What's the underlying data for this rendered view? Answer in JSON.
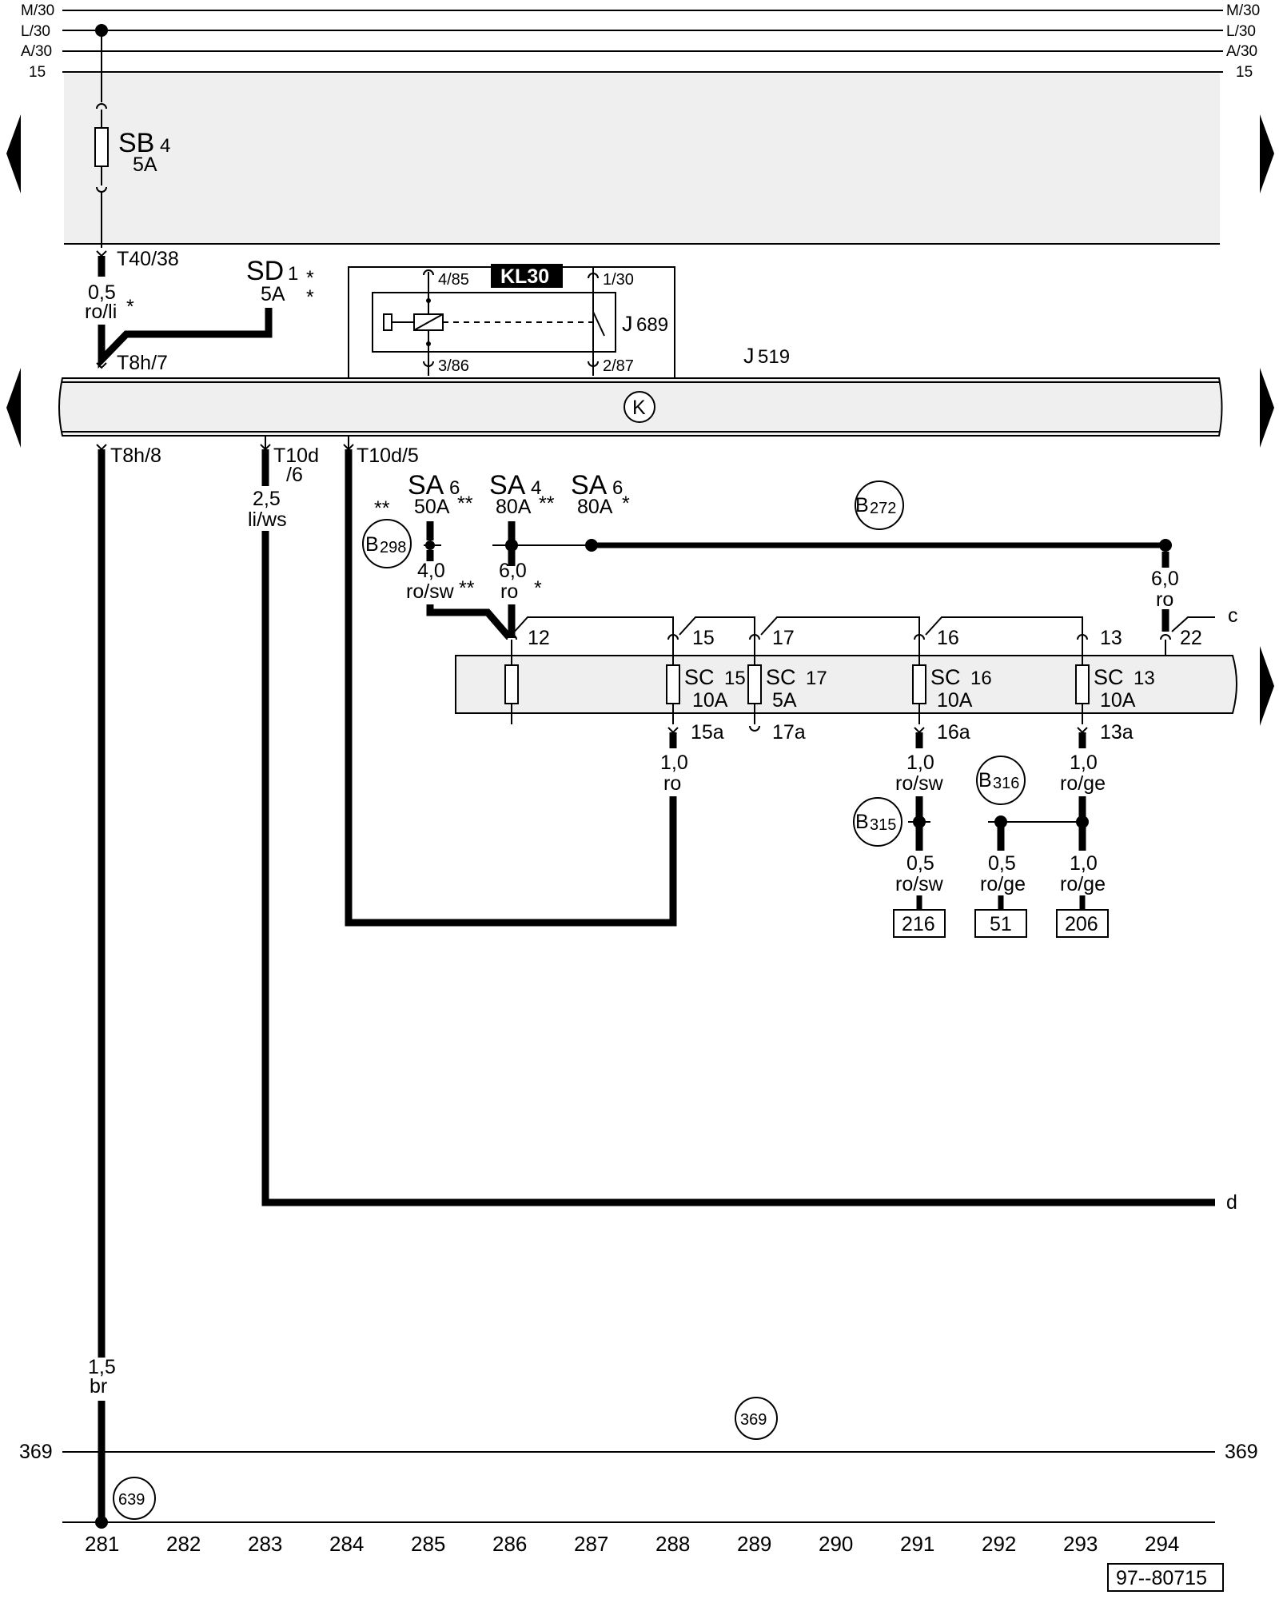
{
  "rails": {
    "left": [
      "M/30",
      "L/30",
      "A/30",
      "15"
    ],
    "right": [
      "M/30",
      "L/30",
      "A/30",
      "15"
    ]
  },
  "fuse_sb4": {
    "name": "SB",
    "index": "4",
    "rating": "5A"
  },
  "connector_t40": "T40/38",
  "wire_05": {
    "size": "0,5",
    "color": "ro/li",
    "star": "*"
  },
  "fuse_sd1": {
    "name": "SD",
    "index": "1",
    "rating": "5A",
    "stars": "*\n*"
  },
  "relay": {
    "badge": "KL30",
    "name": "J",
    "index": "689",
    "pin_485": "4/85",
    "pin_386": "3/86",
    "pin_130": "1/30",
    "pin_287": "2/87"
  },
  "unit_j519": {
    "name": "J",
    "index": "519"
  },
  "connectors": {
    "t8h7": "T8h/7",
    "t8h8": "T8h/8",
    "t10d6a": "T10d",
    "t10d6b": "/6",
    "t10d5": "T10d/5"
  },
  "wire_25": {
    "size": "2,5",
    "color": "li/ws"
  },
  "fuses_sa": [
    {
      "name": "SA",
      "index": "6",
      "rating": "50A",
      "pre": "**",
      "post": "**"
    },
    {
      "name": "SA",
      "index": "4",
      "rating": "80A",
      "post": "**"
    },
    {
      "name": "SA",
      "index": "6",
      "rating": "80A",
      "post": "*"
    }
  ],
  "circles": {
    "b272": "B",
    "b272i": "272",
    "b298": "B",
    "b298i": "298",
    "b316": "B",
    "b316i": "316",
    "b315": "B",
    "b315i": "315",
    "c369": "369",
    "c639": "639"
  },
  "wire_40": {
    "size": "4,0",
    "color": "ro/sw",
    "stars": "**"
  },
  "wire_60a": {
    "size": "6,0",
    "color": "ro",
    "star": "*"
  },
  "wire_60b": {
    "size": "6,0",
    "color": "ro"
  },
  "sc_pins": {
    "p12": "12",
    "p15": "15",
    "p17": "17",
    "p16": "16",
    "p13": "13",
    "p22": "22",
    "c": "c"
  },
  "sc_fuses": [
    {
      "name": "SC",
      "index": "15",
      "rating": "10A"
    },
    {
      "name": "SC",
      "index": "17",
      "rating": "5A"
    },
    {
      "name": "SC",
      "index": "16",
      "rating": "10A"
    },
    {
      "name": "SC",
      "index": "13",
      "rating": "10A"
    }
  ],
  "sc_out": {
    "p15a": "15a",
    "p17a": "17a",
    "p16a": "16a",
    "p13a": "13a"
  },
  "wire_10ro": {
    "size": "1,0",
    "color": "ro"
  },
  "wire_10rosw": {
    "size": "1,0",
    "color": "ro/sw"
  },
  "wire_10roge": {
    "size": "1,0",
    "color": "ro/ge"
  },
  "wire_05rosw": {
    "size": "0,5",
    "color": "ro/sw"
  },
  "wire_05roge": {
    "size": "0,5",
    "color": "ro/ge"
  },
  "wire_10roge2": {
    "size": "1,0",
    "color": "ro/ge"
  },
  "refs": {
    "r216": "216",
    "r51": "51",
    "r206": "206"
  },
  "label_d": "d",
  "wire_15": {
    "size": "1,5",
    "color": "br"
  },
  "line_369": {
    "left": "369",
    "right": "369"
  },
  "columns": [
    "281",
    "282",
    "283",
    "284",
    "285",
    "286",
    "287",
    "288",
    "289",
    "290",
    "291",
    "292",
    "293",
    "294"
  ],
  "doc_id": "97--80715"
}
